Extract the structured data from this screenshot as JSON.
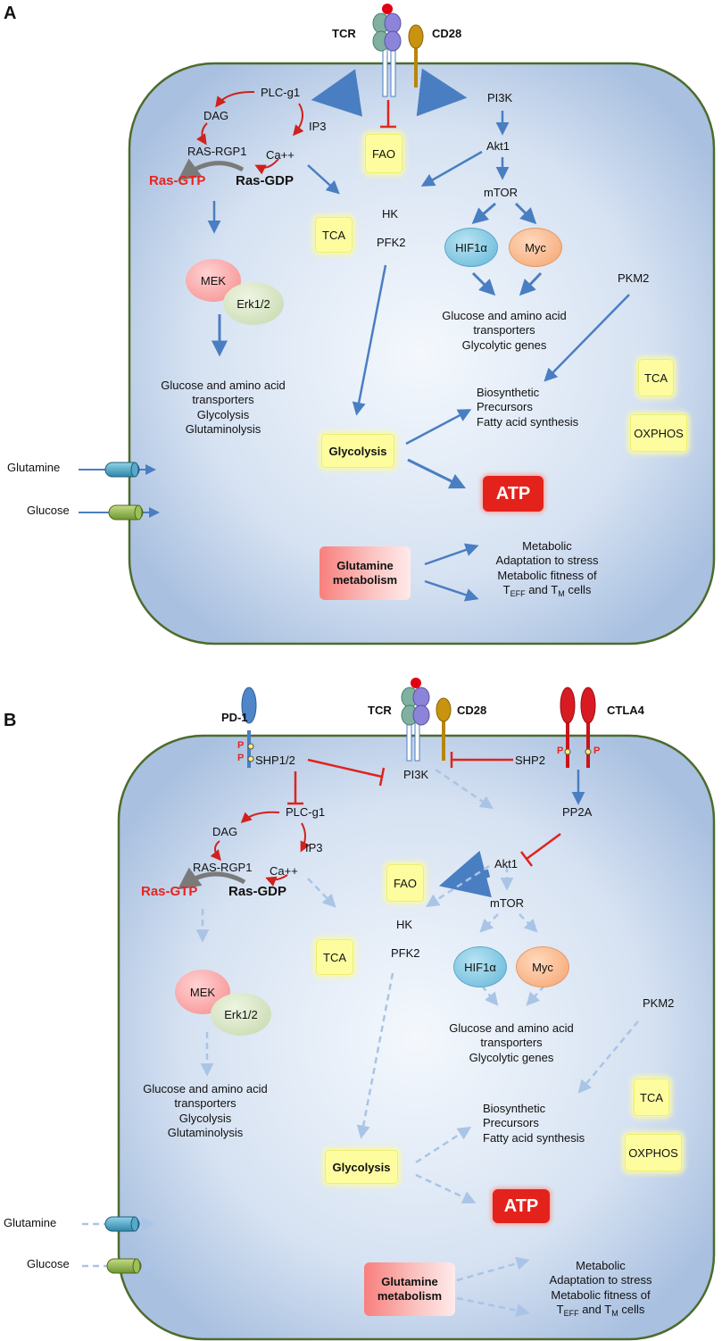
{
  "panel_a": {
    "letter": "A",
    "receptors": {
      "tcr": "TCR",
      "cd28": "CD28"
    },
    "signaling": {
      "plcg1": "PLC-g1",
      "dag": "DAG",
      "ip3": "IP3",
      "ras_rgp1": "RAS-RGP1",
      "ca": "Ca++",
      "ras_gtp": "Ras-GTP",
      "ras_gdp": "Ras-GDP",
      "mek": "MEK",
      "erk": "Erk1/2",
      "pi3k": "PI3K",
      "akt1": "Akt1",
      "mtor": "mTOR",
      "hk": "HK",
      "pfk2": "PFK2",
      "hif1a": "HIF1α",
      "myc": "Myc",
      "pkm2": "PKM2"
    },
    "boxes": {
      "fao": "FAO",
      "tca_left": "TCA",
      "tca_right": "TCA",
      "oxphos": "OXPHOS",
      "glycolysis": "Glycolysis",
      "atp": "ATP"
    },
    "glutamine_metabolism": [
      "Glutamine",
      "metabolism"
    ],
    "left_outcome": [
      "Glucose and amino acid",
      "transporters",
      "Glycolysis",
      "Glutaminolysis"
    ],
    "mtor_outcome": [
      "Glucose and amino acid",
      "transporters",
      "Glycolytic genes"
    ],
    "biosynthetic": [
      "Biosynthetic",
      "Precursors",
      "Fatty acid synthesis"
    ],
    "metabolic": {
      "line1": "Metabolic",
      "line2": "Adaptation to stress",
      "line3": "Metabolic fitness of",
      "t": "T",
      "eff": "EFF",
      "and": " and ",
      "m": "M",
      "cells": " cells"
    },
    "transporters": {
      "glutamine": "Glutamine",
      "glucose": "Glucose"
    }
  },
  "panel_b": {
    "letter": "B",
    "receptors": {
      "pd1": "PD-1",
      "tcr": "TCR",
      "cd28": "CD28",
      "ctla4": "CTLA4"
    },
    "phospho": "P",
    "signaling": {
      "shp12": "SHP1/2",
      "shp2": "SHP2",
      "pp2a": "PP2A",
      "plcg1": "PLC-g1",
      "dag": "DAG",
      "ip3": "IP3",
      "ras_rgp1": "RAS-RGP1",
      "ca": "Ca++",
      "ras_gtp": "Ras-GTP",
      "ras_gdp": "Ras-GDP",
      "mek": "MEK",
      "erk": "Erk1/2",
      "pi3k": "PI3K",
      "akt1": "Akt1",
      "mtor": "mTOR",
      "hk": "HK",
      "pfk2": "PFK2",
      "hif1a": "HIF1α",
      "myc": "Myc",
      "pkm2": "PKM2"
    },
    "boxes": {
      "fao": "FAO",
      "tca_left": "TCA",
      "tca_right": "TCA",
      "oxphos": "OXPHOS",
      "glycolysis": "Glycolysis",
      "atp": "ATP"
    },
    "glutamine_metabolism": [
      "Glutamine",
      "metabolism"
    ],
    "left_outcome": [
      "Glucose and amino acid",
      "transporters",
      "Glycolysis",
      "Glutaminolysis"
    ],
    "mtor_outcome": [
      "Glucose and amino acid",
      "transporters",
      "Glycolytic genes"
    ],
    "biosynthetic": [
      "Biosynthetic",
      "Precursors",
      "Fatty acid synthesis"
    ],
    "metabolic": {
      "line1": "Metabolic",
      "line2": "Adaptation to stress",
      "line3": "Metabolic fitness of",
      "t": "T",
      "eff": "EFF",
      "and": " and ",
      "m": "M",
      "cells": " cells"
    },
    "transporters": {
      "glutamine": "Glutamine",
      "glucose": "Glucose"
    }
  },
  "colors": {
    "activation_arrow": "#4a7ec2",
    "inhibition": "#e0231c",
    "attenuated_arrow": "#a9c4e6",
    "cell_fill": "#c9d8ec",
    "cell_border": "#4d6b2c"
  }
}
